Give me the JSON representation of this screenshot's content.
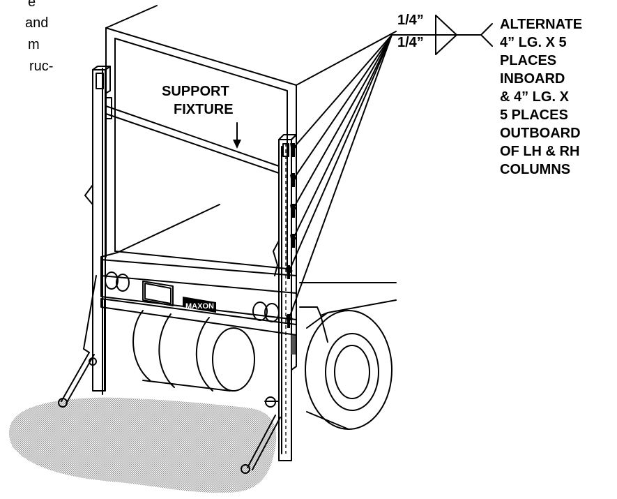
{
  "body_fragment": [
    "e",
    "and",
    "m",
    "ruc-"
  ],
  "support_label": [
    "SUPPORT",
    "FIXTURE"
  ],
  "weld": {
    "top_size": "1/4”",
    "bottom_size": "1/4”",
    "note_lines": [
      "ALTERNATE",
      "4” LG. X 5",
      "PLACES",
      "INBOARD",
      "& 4” LG. X",
      "5 PLACES",
      "OUTBOARD",
      "OF LH & RH",
      "COLUMNS"
    ]
  },
  "brand_plate": "MAXON"
}
